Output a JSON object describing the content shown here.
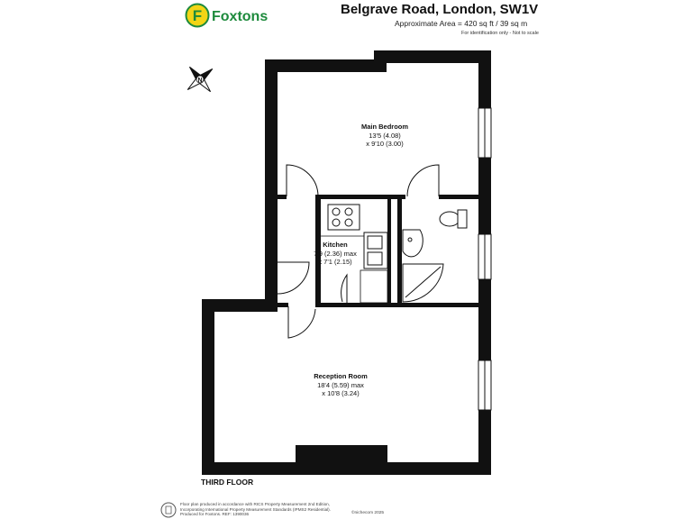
{
  "header": {
    "brand": "Foxtons",
    "title": "Belgrave Road, London, SW1V",
    "area": "Approximate Area = 420 sq ft / 39 sq m",
    "disclaimer": "For identification only - Not to scale"
  },
  "compass": {
    "north_label": "N",
    "icon": "compass-icon"
  },
  "rooms": [
    {
      "name": "Main Bedroom",
      "dims": [
        "13'5 (4.08)",
        "x 9'10 (3.00)"
      ]
    },
    {
      "name": "Kitchen",
      "dims": [
        "7'9 (2.36) max",
        "x 7'1 (2.15)"
      ]
    },
    {
      "name": "Reception Room",
      "dims": [
        "18'4 (5.59) max",
        "x 10'8 (3.24)"
      ]
    }
  ],
  "floor_label": "THIRD FLOOR",
  "footer": {
    "lines": [
      "Floor plan produced in accordance with RICS Property Measurement 2nd Edition,",
      "Incorporating International Property Measurement Standards (IPMS2 Residential).",
      "Produced for Foxtons.   REF: 1390036"
    ],
    "badge": "©nichecom 2025"
  },
  "colors": {
    "brand_green": "#1d8a3c",
    "brand_yellow": "#f2d516",
    "wall": "#111111"
  }
}
